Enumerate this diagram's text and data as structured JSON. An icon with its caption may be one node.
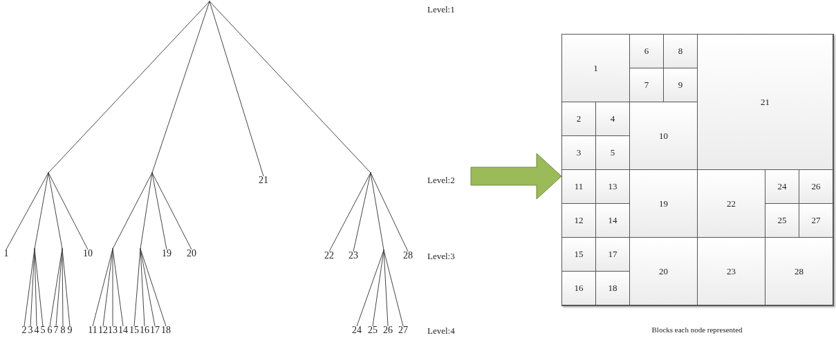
{
  "diagram": {
    "caption": "Blocks each node represented",
    "nodes": [
      {
        "text": [],
        "shape": "point"
      },
      {
        "text": [],
        "shape": "point"
      },
      {
        "text": [],
        "shape": "point"
      },
      {
        "text": [
          "21"
        ]
      },
      {
        "text": [],
        "shape": "point"
      },
      {
        "text": [
          "1"
        ]
      },
      {
        "text": [],
        "shape": "point"
      },
      {
        "text": [],
        "shape": "point"
      },
      {
        "text": [
          "10"
        ]
      },
      {
        "text": [],
        "shape": "point"
      },
      {
        "text": [],
        "shape": "point"
      },
      {
        "text": [
          "19"
        ]
      },
      {
        "text": [
          "20"
        ]
      },
      {
        "text": [
          "22"
        ]
      },
      {
        "text": [
          "23"
        ]
      },
      {
        "text": [],
        "shape": "point"
      },
      {
        "text": [
          "28"
        ]
      },
      {
        "text": [
          "2"
        ]
      },
      {
        "text": [
          "3"
        ]
      },
      {
        "text": [
          "4"
        ]
      },
      {
        "text": [
          "5"
        ]
      },
      {
        "text": [
          "6"
        ]
      },
      {
        "text": [
          "7"
        ]
      },
      {
        "text": [
          "8"
        ]
      },
      {
        "text": [
          "9"
        ]
      },
      {
        "text": [
          "11"
        ]
      },
      {
        "text": [
          "12"
        ]
      },
      {
        "text": [
          "13"
        ]
      },
      {
        "text": [
          "14"
        ]
      },
      {
        "text": [
          "15"
        ]
      },
      {
        "text": [
          "16"
        ]
      },
      {
        "text": [
          "17"
        ]
      },
      {
        "text": [
          "18"
        ]
      },
      {
        "text": [
          "24"
        ]
      },
      {
        "text": [
          "25"
        ]
      },
      {
        "text": [
          "26"
        ]
      },
      {
        "text": [
          "27"
        ]
      },
      {
        "text": [],
        "shape": "box"
      },
      {
        "text": [
          "1"
        ],
        "in": 37
      },
      {
        "text": [
          "2"
        ],
        "in": 37
      },
      {
        "text": [
          "3"
        ],
        "in": 37
      },
      {
        "text": [
          "4"
        ],
        "in": 37
      },
      {
        "text": [
          "5"
        ],
        "in": 37
      },
      {
        "text": [
          "6"
        ],
        "in": 37
      },
      {
        "text": [
          "7"
        ],
        "in": 37
      },
      {
        "text": [
          "8"
        ],
        "in": 37
      },
      {
        "text": [
          "9"
        ],
        "in": 37
      },
      {
        "text": [
          "10"
        ],
        "in": 37
      },
      {
        "text": [
          "11"
        ],
        "in": 37
      },
      {
        "text": [
          "12"
        ],
        "in": 37
      },
      {
        "text": [
          "13"
        ],
        "in": 37
      },
      {
        "text": [
          "14"
        ],
        "in": 37
      },
      {
        "text": [
          "15"
        ],
        "in": 37
      },
      {
        "text": [
          "16"
        ],
        "in": 37
      },
      {
        "text": [
          "17"
        ],
        "in": 37
      },
      {
        "text": [
          "18"
        ],
        "in": 37
      },
      {
        "text": [
          "19"
        ],
        "in": 37
      },
      {
        "text": [
          "20"
        ],
        "in": 37
      },
      {
        "text": [
          "21"
        ],
        "in": 37
      },
      {
        "text": [
          "22"
        ],
        "in": 37
      },
      {
        "text": [
          "23"
        ],
        "in": 37
      },
      {
        "text": [
          "24"
        ],
        "in": 37
      },
      {
        "text": [
          "25"
        ],
        "in": 37
      },
      {
        "text": [
          "26"
        ],
        "in": 37
      },
      {
        "text": [
          "27"
        ],
        "in": 37
      },
      {
        "text": [
          "28"
        ],
        "in": 37
      }
    ],
    "edges": [
      {
        "from": 0,
        "to": 1,
        "arrow": "none"
      },
      {
        "from": 0,
        "to": 2,
        "arrow": "none"
      },
      {
        "from": 0,
        "to": 3,
        "arrow": "none"
      },
      {
        "from": 0,
        "to": 4,
        "arrow": "none"
      },
      {
        "from": 1,
        "to": 5,
        "arrow": "none"
      },
      {
        "from": 1,
        "to": 6,
        "arrow": "none"
      },
      {
        "from": 1,
        "to": 7,
        "arrow": "none"
      },
      {
        "from": 1,
        "to": 8,
        "arrow": "none"
      },
      {
        "from": 2,
        "to": 9,
        "arrow": "none"
      },
      {
        "from": 2,
        "to": 10,
        "arrow": "none"
      },
      {
        "from": 2,
        "to": 11,
        "arrow": "none"
      },
      {
        "from": 2,
        "to": 12,
        "arrow": "none"
      },
      {
        "from": 4,
        "to": 13,
        "arrow": "none"
      },
      {
        "from": 4,
        "to": 14,
        "arrow": "none"
      },
      {
        "from": 4,
        "to": 15,
        "arrow": "none"
      },
      {
        "from": 4,
        "to": 16,
        "arrow": "none"
      },
      {
        "from": 6,
        "to": 17,
        "arrow": "none"
      },
      {
        "from": 6,
        "to": 18,
        "arrow": "none"
      },
      {
        "from": 6,
        "to": 19,
        "arrow": "none"
      },
      {
        "from": 6,
        "to": 20,
        "arrow": "none"
      },
      {
        "from": 7,
        "to": 21,
        "arrow": "none"
      },
      {
        "from": 7,
        "to": 22,
        "arrow": "none"
      },
      {
        "from": 7,
        "to": 23,
        "arrow": "none"
      },
      {
        "from": 7,
        "to": 24,
        "arrow": "none"
      },
      {
        "from": 9,
        "to": 25,
        "arrow": "none"
      },
      {
        "from": 9,
        "to": 26,
        "arrow": "none"
      },
      {
        "from": 9,
        "to": 27,
        "arrow": "none"
      },
      {
        "from": 9,
        "to": 28,
        "arrow": "none"
      },
      {
        "from": 10,
        "to": 29,
        "arrow": "none"
      },
      {
        "from": 10,
        "to": 30,
        "arrow": "none"
      },
      {
        "from": 10,
        "to": 31,
        "arrow": "none"
      },
      {
        "from": 10,
        "to": 32,
        "arrow": "none"
      },
      {
        "from": 15,
        "to": 33,
        "arrow": "none"
      },
      {
        "from": 15,
        "to": 34,
        "arrow": "none"
      },
      {
        "from": 15,
        "to": 35,
        "arrow": "none"
      },
      {
        "from": 15,
        "to": 36,
        "arrow": "none"
      },
      {
        "from": null,
        "to": 37,
        "arrow": "to",
        "style": "thick",
        "color": "#9bbb59"
      }
    ],
    "labels": [
      "Level:1",
      "Level:2",
      "Level:3",
      "Level:4"
    ]
  }
}
